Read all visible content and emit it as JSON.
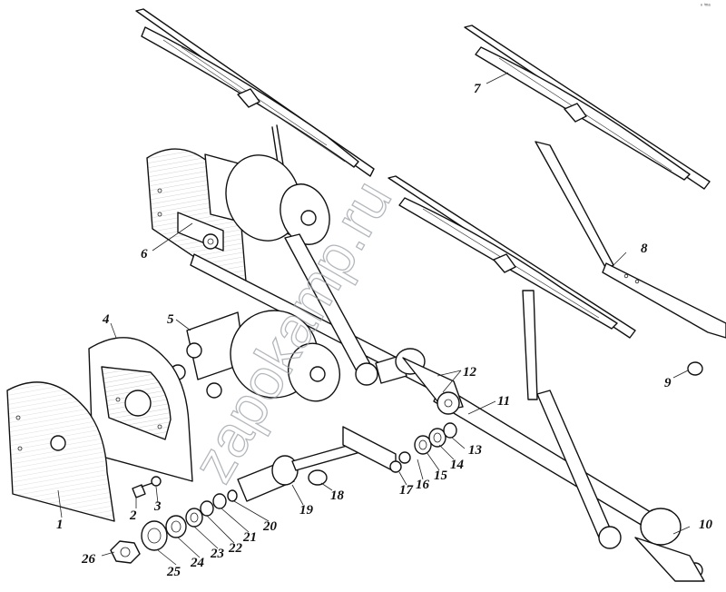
{
  "corner_mark": "ⁿ ⁱᵐᵃ",
  "watermark": "zapokamp.ru",
  "callouts": [
    "1",
    "2",
    "3",
    "4",
    "5",
    "6",
    "7",
    "8",
    "9",
    "10",
    "11",
    "12",
    "13",
    "14",
    "15",
    "16",
    "17",
    "18",
    "19",
    "20",
    "21",
    "22",
    "23",
    "24",
    "25",
    "26"
  ],
  "ink_color": "#111111",
  "watermark_color": "#9aa0a6"
}
